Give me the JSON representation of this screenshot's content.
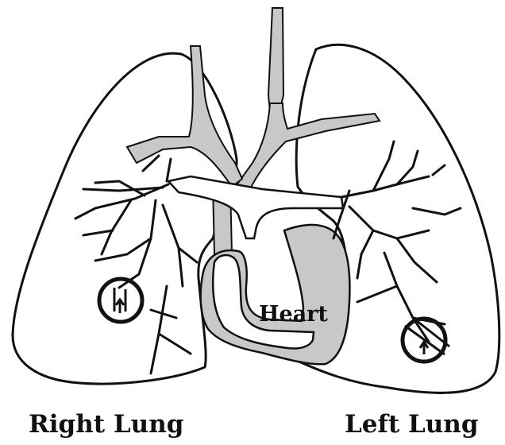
{
  "labels": {
    "right_lung": "Right Lung",
    "left_lung": "Left Lung",
    "heart": "Heart"
  },
  "colors": {
    "stroke": "#111111",
    "vessel_fill": "#c8c8c8",
    "heart_fill": "#c8c8c8",
    "background": "#ffffff"
  }
}
